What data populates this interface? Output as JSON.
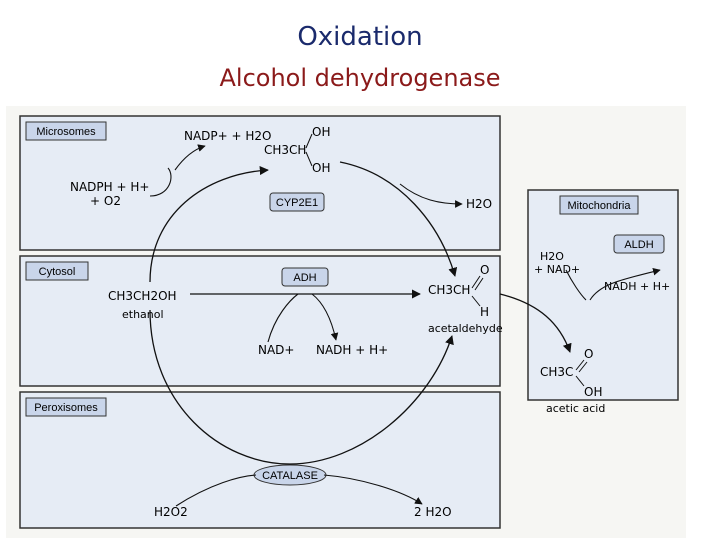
{
  "title": "Oxidation",
  "subtitle": "Alcohol dehydrogenase",
  "colors": {
    "title": "#1a2a6c",
    "subtitle": "#8b1a1a",
    "box_fill": "#c9d5ea",
    "compartment_fill": "#e6ecf5"
  },
  "compartments": {
    "microsomes": "Microsomes",
    "cytosol": "Cytosol",
    "peroxisomes": "Peroxisomes",
    "mitochondria": "Mitochondria"
  },
  "enzymes": {
    "cyp2e1": "CYP2E1",
    "adh": "ADH",
    "catalase": "CATALASE",
    "aldh": "ALDH"
  },
  "molecules": {
    "nadp_plus_h2o": "NADP+ + H2O",
    "nadph_h_o2_line1": "NADPH + H+",
    "nadph_h_o2_line2": "+ O2",
    "gem_diol_oh_top": "OH",
    "gem_diol_ch3ch": "CH3CH",
    "gem_diol_oh_bottom": "OH",
    "h2o_microsome": "H2O",
    "ethanol_formula": "CH3CH2OH",
    "ethanol_name": "ethanol",
    "acetaldehyde_formula_left": "CH3CH",
    "acetaldehyde_o": "O",
    "acetaldehyde_h": "H",
    "acetaldehyde_name": "acetaldehyde",
    "nad_plus": "NAD+",
    "nadh_h": "NADH + H+",
    "mito_h2o": "H2O",
    "mito_nad": "+ NAD+",
    "mito_nadh": "NADH + H+",
    "acetic_formula": "CH3C",
    "acetic_o": "O",
    "acetic_oh": "OH",
    "acetic_name": "acetic acid",
    "h2o2": "H2O2",
    "two_h2o": "2 H2O"
  }
}
